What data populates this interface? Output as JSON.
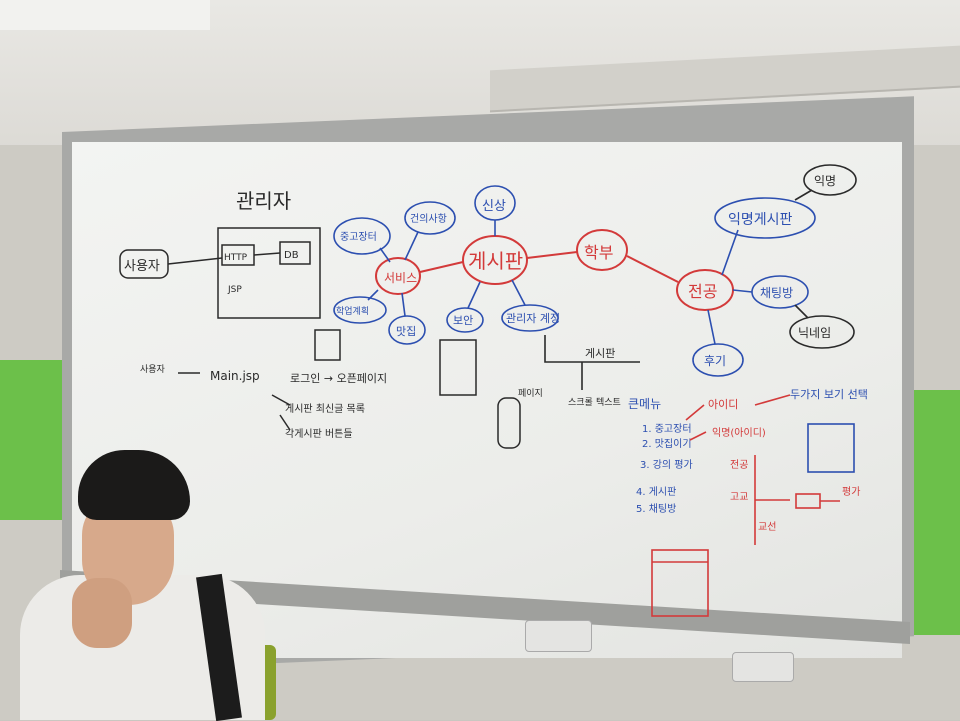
{
  "whiteboard": {
    "admin_title": "관리자",
    "user_box": "사용자",
    "diagram_boxes": [
      "HTTP",
      "DB",
      "JSP"
    ],
    "center_node": "게시판",
    "mind_nodes": [
      "중고장터",
      "건의사항",
      "서비스",
      "신상",
      "맛집",
      "학부",
      "익명게시판",
      "익명",
      "전공",
      "채팅방",
      "닉네임",
      "후기",
      "보안",
      "관리자 계정",
      "게시판",
      "학업계획"
    ],
    "flow_main": "Main.jsp",
    "flow_login": "로그인 → 오픈페이지",
    "flow_notes": [
      "게시판 최신글 목록",
      "각게시판 버튼들"
    ],
    "right_menu_title": "큰메뉴",
    "right_menu_items": [
      "1. 중고장터",
      "2. 맛집이기",
      "3. 강의 평가",
      "4. 게시판",
      "5. 채팅방"
    ],
    "right_options": [
      "아이디",
      "익명(아이디)",
      "두가지 보기 선택"
    ],
    "right_tree": [
      "전공",
      "고교",
      "교선",
      "평가"
    ],
    "misc_labels": [
      "페이지",
      "사용자",
      "스크롤",
      "텍스트"
    ]
  },
  "colors": {
    "marker_red": "#d33a3a",
    "marker_blue": "#2c4fb0",
    "marker_black": "#2a2a2a"
  }
}
